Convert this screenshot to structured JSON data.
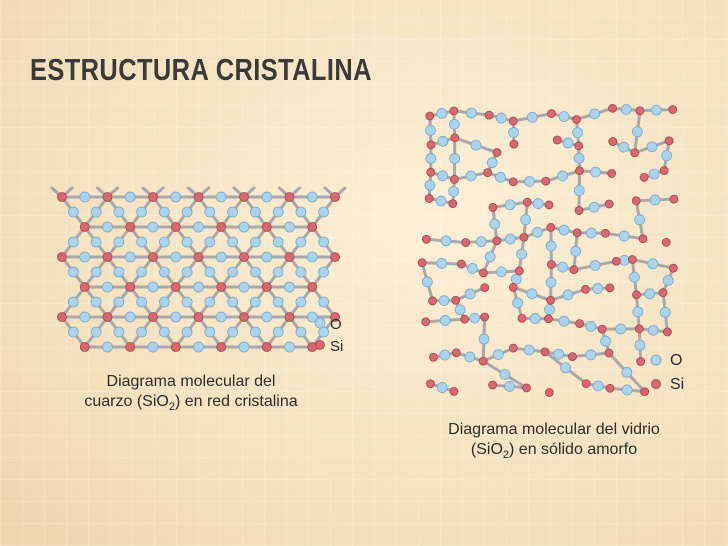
{
  "slide": {
    "title": "ESTRUCTURA CRISTALINA"
  },
  "crystal": {
    "legend_o": "O",
    "legend_si": "Si",
    "caption_line1": "Diagrama molecular del",
    "caption_line2_pre": "cuarzo (SiO",
    "caption_sub": "2",
    "caption_line2_post": ") en red cristalina"
  },
  "amorphous": {
    "legend_o": "O",
    "legend_si": "Si",
    "caption_line1": "Diagrama molecular del vidrio",
    "caption_line2_pre": "(SiO",
    "caption_sub": "2",
    "caption_line2_post": ") en sólido amorfo"
  },
  "colors": {
    "oxygen": "#aad3ee",
    "silicon": "#d9676f",
    "bond": "#a9a9a9"
  }
}
